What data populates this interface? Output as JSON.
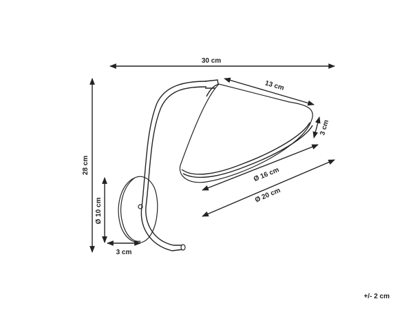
{
  "dimensions": {
    "width_total": "30 cm",
    "height_total": "28 cm",
    "shade_slant": "13 cm",
    "shade_depth": "3 cm",
    "shade_inner_diameter": "Ø 16 cm",
    "shade_outer_diameter": "Ø 20 cm",
    "base_diameter": "Ø 10 cm",
    "base_depth": "3 cm"
  },
  "tolerance": "+/- 2 cm"
}
